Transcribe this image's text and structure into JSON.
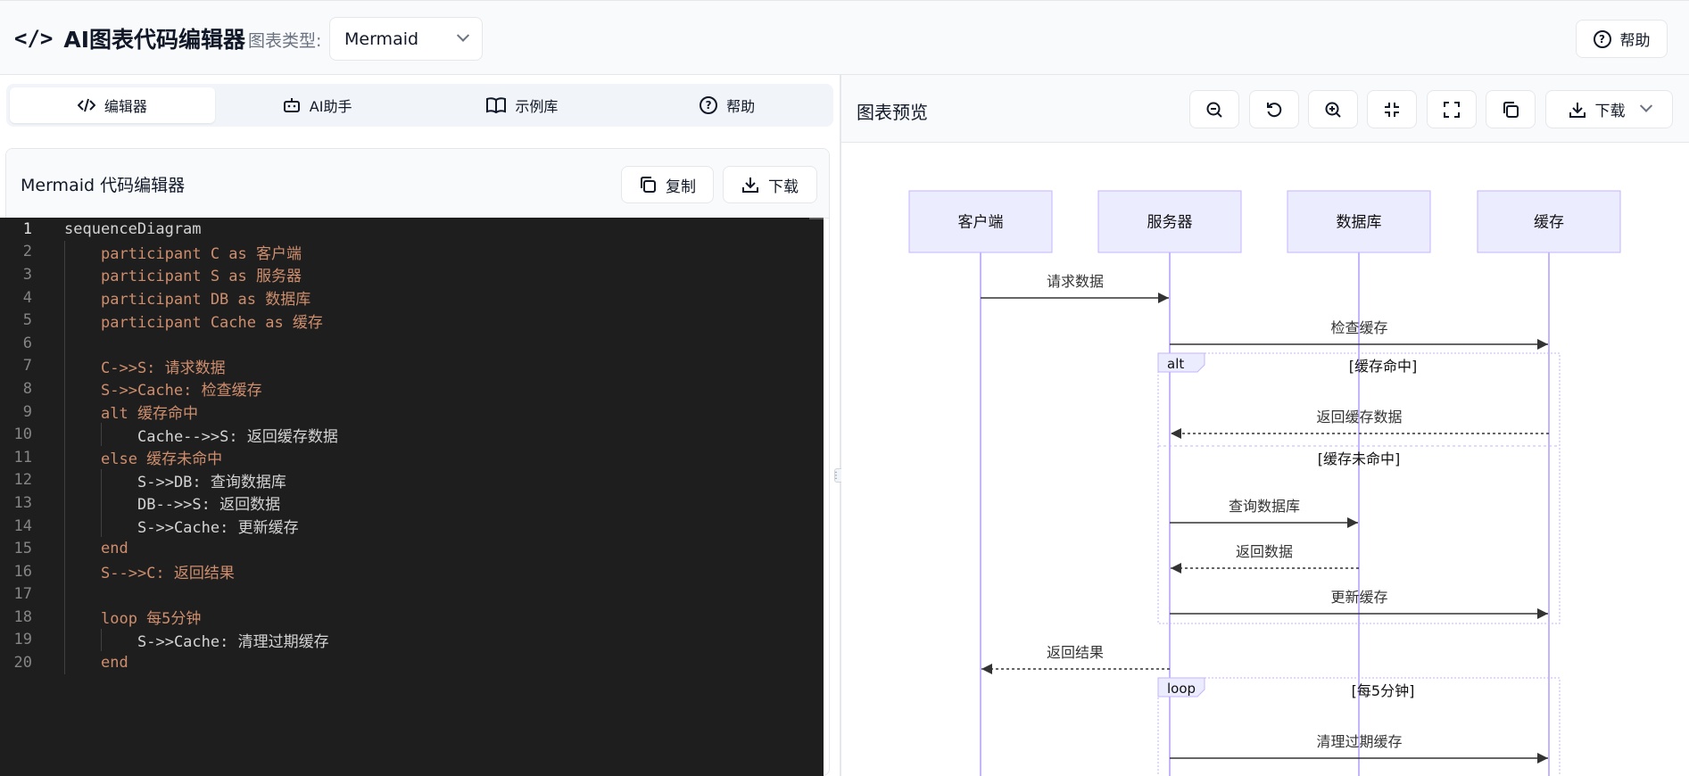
{
  "app": {
    "title": "AI图表代码编辑器",
    "chart_type_label": "图表类型:",
    "chart_type_value": "Mermaid",
    "help_label": "帮助"
  },
  "tabs": [
    {
      "label": "编辑器",
      "icon": "code-icon",
      "active": true
    },
    {
      "label": "AI助手",
      "icon": "bot-icon",
      "active": false
    },
    {
      "label": "示例库",
      "icon": "book-icon",
      "active": false
    },
    {
      "label": "帮助",
      "icon": "help-icon",
      "active": false
    }
  ],
  "editor": {
    "title": "Mermaid 代码编辑器",
    "copy_label": "复制",
    "download_label": "下载",
    "lines": [
      {
        "n": "1",
        "indent": 0,
        "text": "sequenceDiagram",
        "style": "plain"
      },
      {
        "n": "2",
        "indent": 1,
        "text": "participant C as 客户端",
        "style": "kw"
      },
      {
        "n": "3",
        "indent": 1,
        "text": "participant S as 服务器",
        "style": "kw"
      },
      {
        "n": "4",
        "indent": 1,
        "text": "participant DB as 数据库",
        "style": "kw"
      },
      {
        "n": "5",
        "indent": 1,
        "text": "participant Cache as 缓存",
        "style": "kw"
      },
      {
        "n": "6",
        "indent": 1,
        "text": "",
        "style": "plain"
      },
      {
        "n": "7",
        "indent": 1,
        "text": "C->>S: 请求数据",
        "style": "kw"
      },
      {
        "n": "8",
        "indent": 1,
        "text": "S->>Cache: 检查缓存",
        "style": "kw"
      },
      {
        "n": "9",
        "indent": 1,
        "text": "alt 缓存命中",
        "style": "kw"
      },
      {
        "n": "10",
        "indent": 2,
        "text": "Cache-->>S: 返回缓存数据",
        "style": "plain"
      },
      {
        "n": "11",
        "indent": 1,
        "text": "else 缓存未命中",
        "style": "kw"
      },
      {
        "n": "12",
        "indent": 2,
        "text": "S->>DB: 查询数据库",
        "style": "plain"
      },
      {
        "n": "13",
        "indent": 2,
        "text": "DB-->>S: 返回数据",
        "style": "plain"
      },
      {
        "n": "14",
        "indent": 2,
        "text": "S->>Cache: 更新缓存",
        "style": "plain"
      },
      {
        "n": "15",
        "indent": 1,
        "text": "end",
        "style": "kw"
      },
      {
        "n": "16",
        "indent": 1,
        "text": "S-->>C: 返回结果",
        "style": "kw"
      },
      {
        "n": "17",
        "indent": 1,
        "text": "",
        "style": "plain"
      },
      {
        "n": "18",
        "indent": 1,
        "text": "loop 每5分钟",
        "style": "kw"
      },
      {
        "n": "19",
        "indent": 2,
        "text": "S->>Cache: 清理过期缓存",
        "style": "plain"
      },
      {
        "n": "20",
        "indent": 1,
        "text": "end",
        "style": "kw"
      }
    ]
  },
  "preview": {
    "title": "图表预览",
    "download_label": "下载",
    "tools": [
      "zoom-out-icon",
      "reset-icon",
      "zoom-in-icon",
      "minimize-icon",
      "maximize-icon",
      "copy-icon"
    ]
  },
  "diagram": {
    "participants": [
      "客户端",
      "服务器",
      "数据库",
      "缓存"
    ],
    "messages": [
      {
        "from": 0,
        "to": 1,
        "label": "请求数据",
        "dashed": false
      },
      {
        "from": 1,
        "to": 3,
        "label": "检查缓存",
        "dashed": false
      },
      {
        "from": 3,
        "to": 1,
        "label": "返回缓存数据",
        "dashed": true
      },
      {
        "from": 1,
        "to": 2,
        "label": "查询数据库",
        "dashed": false
      },
      {
        "from": 2,
        "to": 1,
        "label": "返回数据",
        "dashed": true
      },
      {
        "from": 1,
        "to": 3,
        "label": "更新缓存",
        "dashed": false
      },
      {
        "from": 1,
        "to": 0,
        "label": "返回结果",
        "dashed": true
      },
      {
        "from": 1,
        "to": 3,
        "label": "清理过期缓存",
        "dashed": false
      }
    ],
    "blocks": [
      {
        "kind": "alt",
        "condition": "[缓存命中]",
        "else_condition": "[缓存未命中]"
      },
      {
        "kind": "loop",
        "condition": "[每5分钟]"
      }
    ]
  }
}
